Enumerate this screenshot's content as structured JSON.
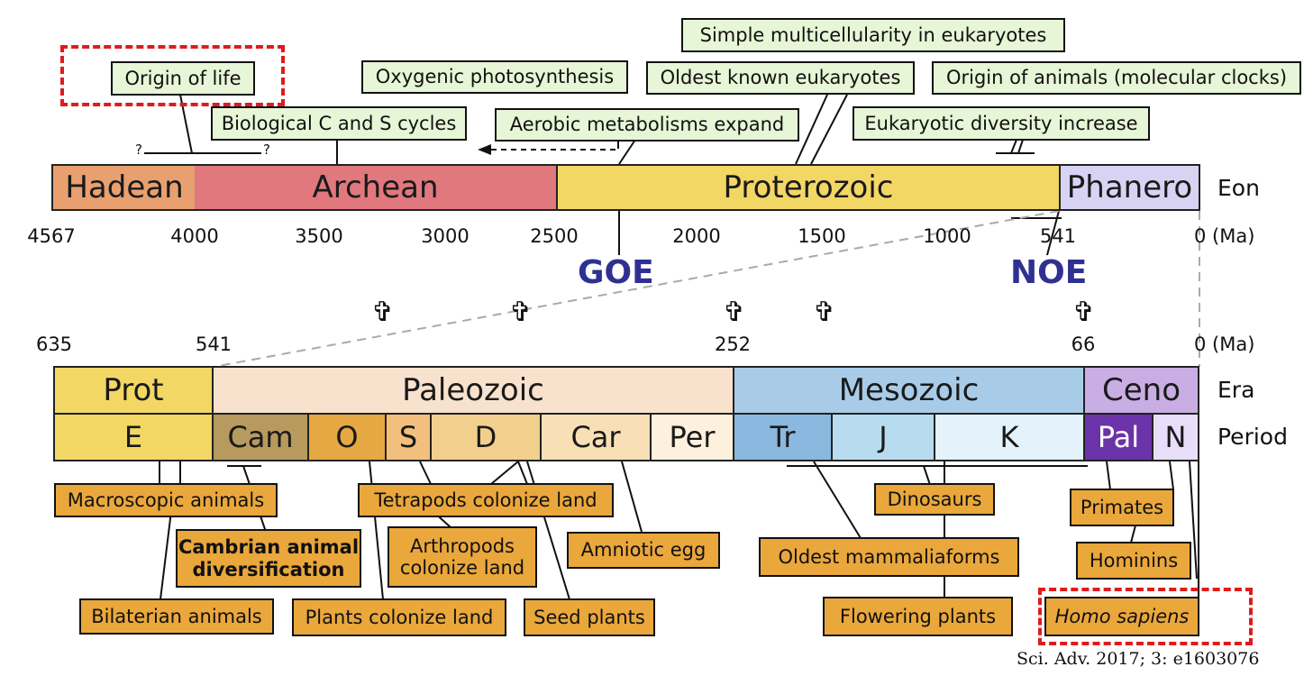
{
  "eon_bar": {
    "segments": [
      {
        "label": "Hadean",
        "color": "#e8a070"
      },
      {
        "label": "Archean",
        "color": "#e0787e"
      },
      {
        "label": "Proterozoic",
        "color": "#f3d765"
      },
      {
        "label": "Phanero",
        "color": "#d9d3f3"
      }
    ],
    "row_label": "Eon",
    "ticks": [
      "4567",
      "4000",
      "3500",
      "3000",
      "2500",
      "2000",
      "1500",
      "1000",
      "541",
      "0 (Ma)"
    ]
  },
  "events_top": [
    {
      "label": "Origin of life"
    },
    {
      "label": "Biological C and S cycles"
    },
    {
      "label": "Oxygenic photosynthesis"
    },
    {
      "label": "Aerobic metabolisms expand"
    },
    {
      "label": "Simple multicellularity in eukaryotes"
    },
    {
      "label": "Oldest known eukaryotes"
    },
    {
      "label": "Origin of animals (molecular clocks)"
    },
    {
      "label": "Eukaryotic diversity increase"
    }
  ],
  "uncertainty_marks": [
    "?",
    "?"
  ],
  "oxygenation_events": [
    "GOE",
    "NOE"
  ],
  "extinction_marks": [
    "✞",
    "✞",
    "✞",
    "✞",
    "✞"
  ],
  "lower_ticks": [
    "635",
    "541",
    "252",
    "66",
    "0 (Ma)"
  ],
  "era_bar": {
    "row_label": "Era",
    "segments": [
      {
        "label": "Prot",
        "color": "#f3d765"
      },
      {
        "label": "Paleozoic",
        "color": "#f8e2cd"
      },
      {
        "label": "Mesozoic",
        "color": "#a8cce8"
      },
      {
        "label": "Ceno",
        "color": "#c9aee3"
      }
    ]
  },
  "period_bar": {
    "row_label": "Period",
    "segments": [
      {
        "label": "E",
        "color": "#f3d765"
      },
      {
        "label": "Cam",
        "color": "#b69a5e"
      },
      {
        "label": "O",
        "color": "#e6a843"
      },
      {
        "label": "S",
        "color": "#f2c07c"
      },
      {
        "label": "D",
        "color": "#f3cf8e"
      },
      {
        "label": "Car",
        "color": "#f8dfb5"
      },
      {
        "label": "Per",
        "color": "#fdf0dc"
      },
      {
        "label": "Tr",
        "color": "#8ab8de"
      },
      {
        "label": "J",
        "color": "#b8dcef"
      },
      {
        "label": "K",
        "color": "#e3f2fb"
      },
      {
        "label": "Pal",
        "color": "#6b33a8"
      },
      {
        "label": "N",
        "color": "#e8defa"
      }
    ]
  },
  "events_bottom": [
    {
      "label": "Macroscopic animals"
    },
    {
      "label": "Cambrian  animal diversification"
    },
    {
      "label": "Bilaterian animals"
    },
    {
      "label": "Tetrapods colonize land"
    },
    {
      "label": "Arthropods colonize land"
    },
    {
      "label": "Plants colonize land"
    },
    {
      "label": "Amniotic egg"
    },
    {
      "label": "Seed plants"
    },
    {
      "label": "Dinosaurs"
    },
    {
      "label": "Oldest mammaliaforms"
    },
    {
      "label": "Flowering plants"
    },
    {
      "label": "Primates"
    },
    {
      "label": "Hominins"
    },
    {
      "label": "Homo sapiens"
    }
  ],
  "citation": "Sci. Adv. 2017; 3: e1603076",
  "colors": {
    "event_top_fill": "#e6f6d6",
    "event_bottom_fill": "#eaa73b",
    "highlight_dash": "#e01b1b",
    "oxygenation_label": "#2e3192"
  }
}
